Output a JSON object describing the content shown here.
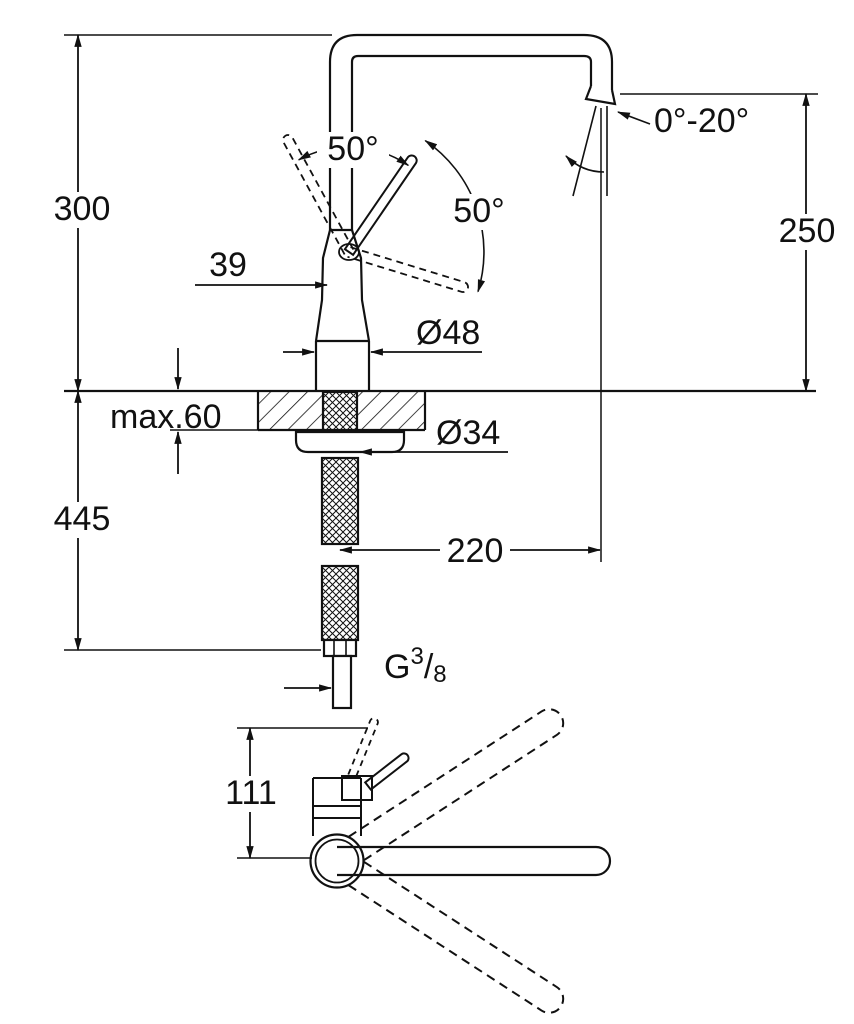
{
  "drawing": {
    "type": "faucet-technical-dimension-drawing",
    "line_color": "#111111",
    "background": "#ffffff"
  },
  "dims": {
    "overall_height": "300",
    "below_deck_depth": "445",
    "outlet_height": "250",
    "outlet_angle": "0°-20°",
    "lever_angle_left": "50°",
    "lever_angle_right": "50°",
    "lever_offset": "39",
    "base_diameter": "Ø48",
    "deck_max_thickness": "max.60",
    "hole_diameter": "Ø34",
    "spout_reach": "220",
    "thread_g": "G",
    "thread_num": "3",
    "thread_slash": "/",
    "thread_den": "8",
    "plan_handle_height": "111"
  }
}
